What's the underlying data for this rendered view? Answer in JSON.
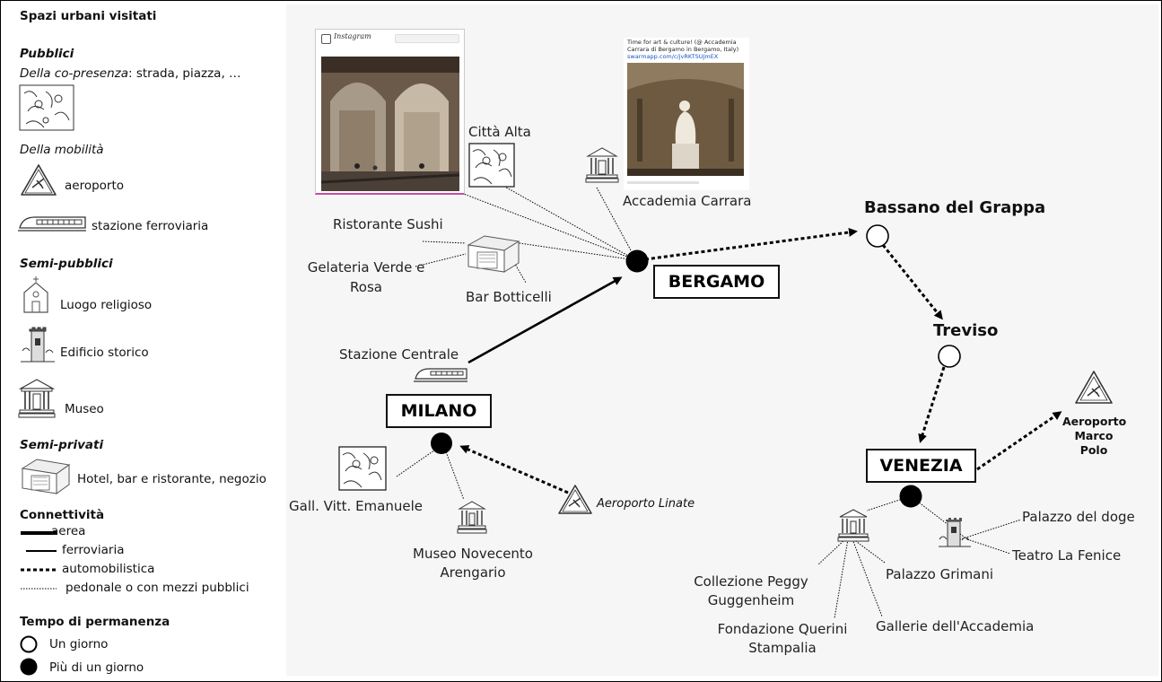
{
  "legend": {
    "title": "Spazi urbani visitati",
    "pubblici": "Pubblici",
    "copresenza_prefix": "Della co-presenza",
    "copresenza_suffix": ": strada, piazza, …",
    "mobilita": "Della mobilità",
    "aeroporto": "aeroporto",
    "stazione": "stazione ferroviaria",
    "semipubblici": "Semi-pubblici",
    "religioso": "Luogo religioso",
    "storico": "Edificio storico",
    "museo": "Museo",
    "semiprivati": "Semi-privati",
    "hotel": "Hotel, bar e ristorante, negozio",
    "connettivita": "Connettività",
    "aerea": "aerea",
    "ferroviaria": "ferroviaria",
    "automobilistica": "automobilistica",
    "pedonale": "pedonale o con mezzi pubblici",
    "tempo": "Tempo di permanenza",
    "un_giorno": "Un giorno",
    "piu_giorni": "Più di un giorno"
  },
  "cities": {
    "bergamo": "BERGAMO",
    "milano": "MILANO",
    "venezia": "VENEZIA",
    "bassano": "Bassano del Grappa",
    "treviso": "Treviso"
  },
  "places": {
    "citta_alta": "Città Alta",
    "accademia_carrara": "Accademia Carrara",
    "ristorante_sushi": "Ristorante Sushi",
    "gelateria": "Gelateria Verde e Rosa",
    "bar_botticelli": "Bar Botticelli",
    "stazione_centrale": "Stazione Centrale",
    "gall_vitt": "Gall. Vitt. Emanuele",
    "museo_novecento": "Museo Novecento Arengario",
    "aeroporto_linate": "Aeroporto Linate",
    "aeroporto_marco_polo": "Aeroporto Marco Polo",
    "palazzo_doge": "Palazzo del doge",
    "teatro_fenice": "Teatro La Fenice",
    "peggy": "Collezione Peggy Guggenheim",
    "grimani": "Palazzo Grimani",
    "querini": "Fondazione Querini Stampalia",
    "gallerie_accademia": "Gallerie dell'Accademia"
  },
  "posts": {
    "instagram_brand": "Instagram",
    "tweet_text": "Time for art & culture! (@ Accademia Carrara di Bergamo in Bergamo, Italy)",
    "tweet_link": "swarmapp.com/c/jvRKTSUJmEX"
  }
}
